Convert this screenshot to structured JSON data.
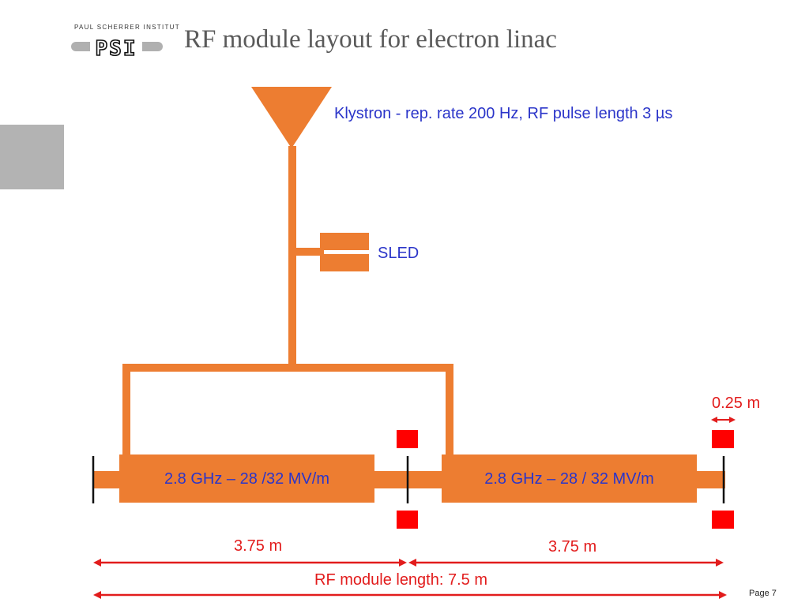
{
  "header": {
    "logo_text": "PAUL SCHERRER INSTITUT",
    "logo_mark": "PSI",
    "title": "RF module layout for electron linac"
  },
  "diagram": {
    "klystron_label": "Klystron - rep. rate 200 Hz, RF pulse length 3 µs",
    "sled_label": "SLED",
    "structure_left_label": "2.8 GHz – 28 /32  MV/m",
    "structure_right_label": "2.8 GHz – 28 / 32 MV/m",
    "gap_label": "0.25 m",
    "length_left_label": "3.75 m",
    "length_right_label": "3.75 m",
    "module_length_label": "RF module length: 7.5 m"
  },
  "colors": {
    "waveguide": "#ed7d31",
    "blue_text": "#2b35c9",
    "red": "#e21c1c",
    "magnet": "#ff0000",
    "side_block": "#b3b3b3"
  },
  "footer": {
    "page_label": "Page 7"
  }
}
